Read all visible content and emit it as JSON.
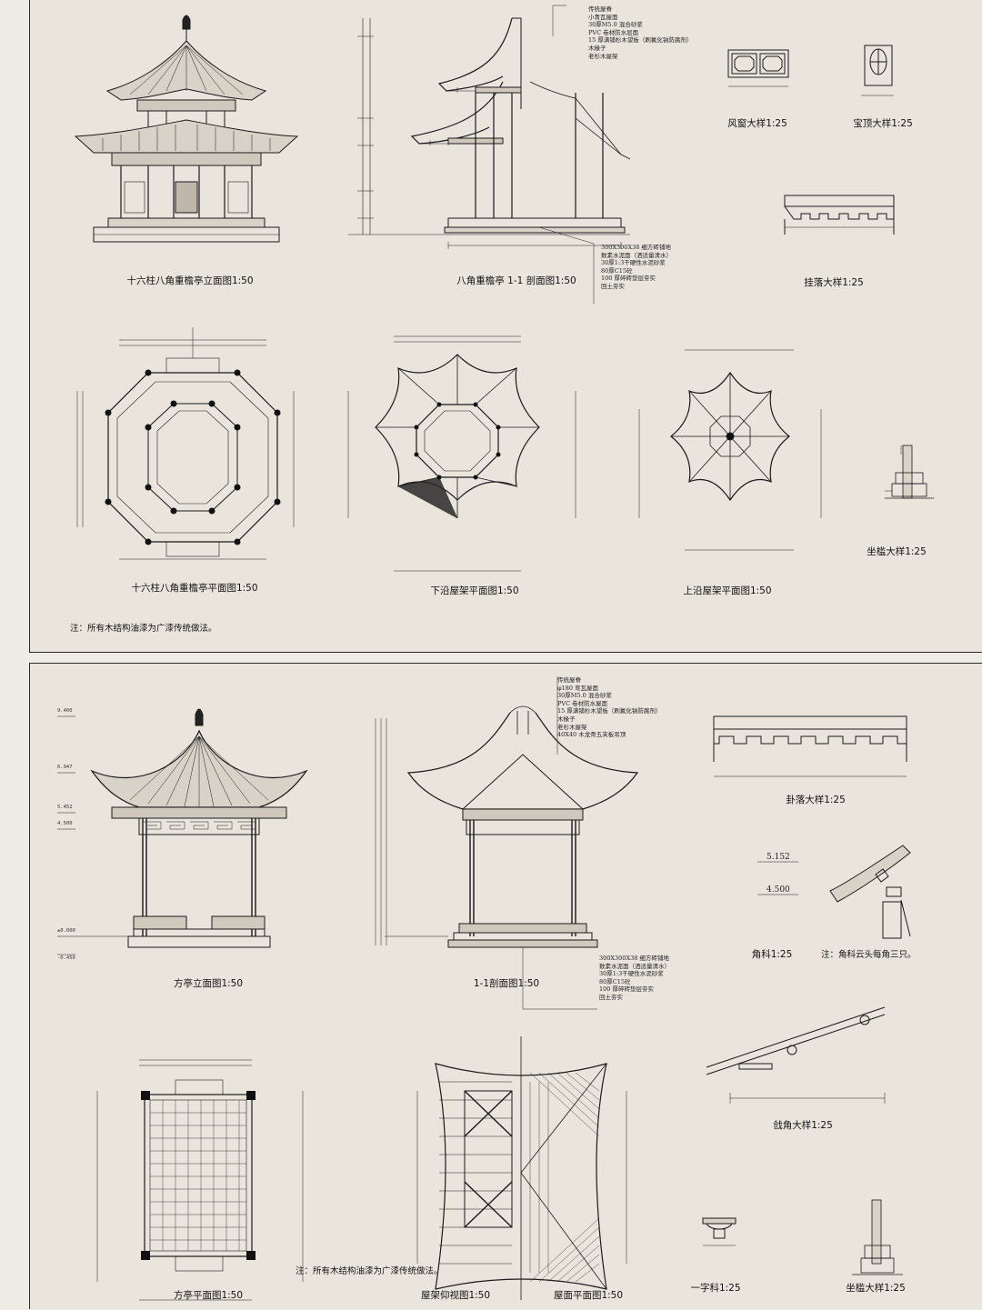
{
  "sheet1": {
    "captions": {
      "elev": "十六柱八角重檐亭立面图1:50",
      "section": "八角重檐亭 1-1 剖面图1:50",
      "window": "风窗大样1:25",
      "finial": "宝顶大样1:25",
      "hanging": "挂落大样1:25",
      "plan": "十六柱八角重檐亭平面图1:50",
      "lower_roof": "下沿屋架平面图1:50",
      "upper_roof": "上沿屋架平面图1:50",
      "seat": "坐槛大样1:25"
    },
    "roof_spec": [
      "传统屋脊",
      "小青瓦屋面",
      "30厚M5.0 混合砂浆",
      "PVC 卷材防水层面",
      "15 厚满铺杉木望板（刷氟化钠防腐剂）",
      "木椽子",
      "老杉木屋架"
    ],
    "floor_spec": [
      "300X300X38 细方砖铺地",
      "数素水泥面（洒适量清水）",
      "30厚1:3干硬性水泥砂浆",
      "80厚C15砼",
      "100 厚碎砖垫层夯实",
      "回土夯实"
    ],
    "note": "注：所有木结构油漆为广漆传统做法。"
  },
  "sheet2": {
    "captions": {
      "elev": "方亭立面图1:50",
      "section": "1-1剖面图1:50",
      "hanging": "卦落大样1:25",
      "corner": "角科1:25",
      "corner_note": "注：角科云头每角三只。",
      "beam": "戗角大样1:25",
      "bracket": "一字科1:25",
      "seat": "坐槛大样1:25",
      "plan": "方亭平面图1:50",
      "roof_under": "屋架仰视图1:50",
      "roof_plan": "屋面平面图1:50"
    },
    "roof_spec": [
      "传统屋脊",
      "φ180 弯瓦屋面",
      "30厚M5.0 混合砂浆",
      "PVC 卷材防水屋面",
      "15 厚满铺杉木望板（刷氟化钠防腐剂）",
      "木椽子",
      "老杉木屋架",
      "40X40 木龙骨五夹板吊顶"
    ],
    "floor_spec": [
      "300X300X38 细方砖铺地",
      "数素水泥面（洒适量清水）",
      "30厚1:3干硬性水泥砂浆",
      "80厚C15砼",
      "100 厚碎砖垫层夯实",
      "回土夯实"
    ],
    "levels": [
      "9.400",
      "6.947",
      "5.452",
      "4.500",
      "±0.000",
      "-0.450"
    ],
    "corner_levels": [
      "5.152",
      "4.500"
    ],
    "note": "注：所有木结构油漆为广漆传统做法。"
  },
  "colors": {
    "paper": "#e9e5dd",
    "ink": "#1a1a1a",
    "frame": "#2a2a2a"
  }
}
